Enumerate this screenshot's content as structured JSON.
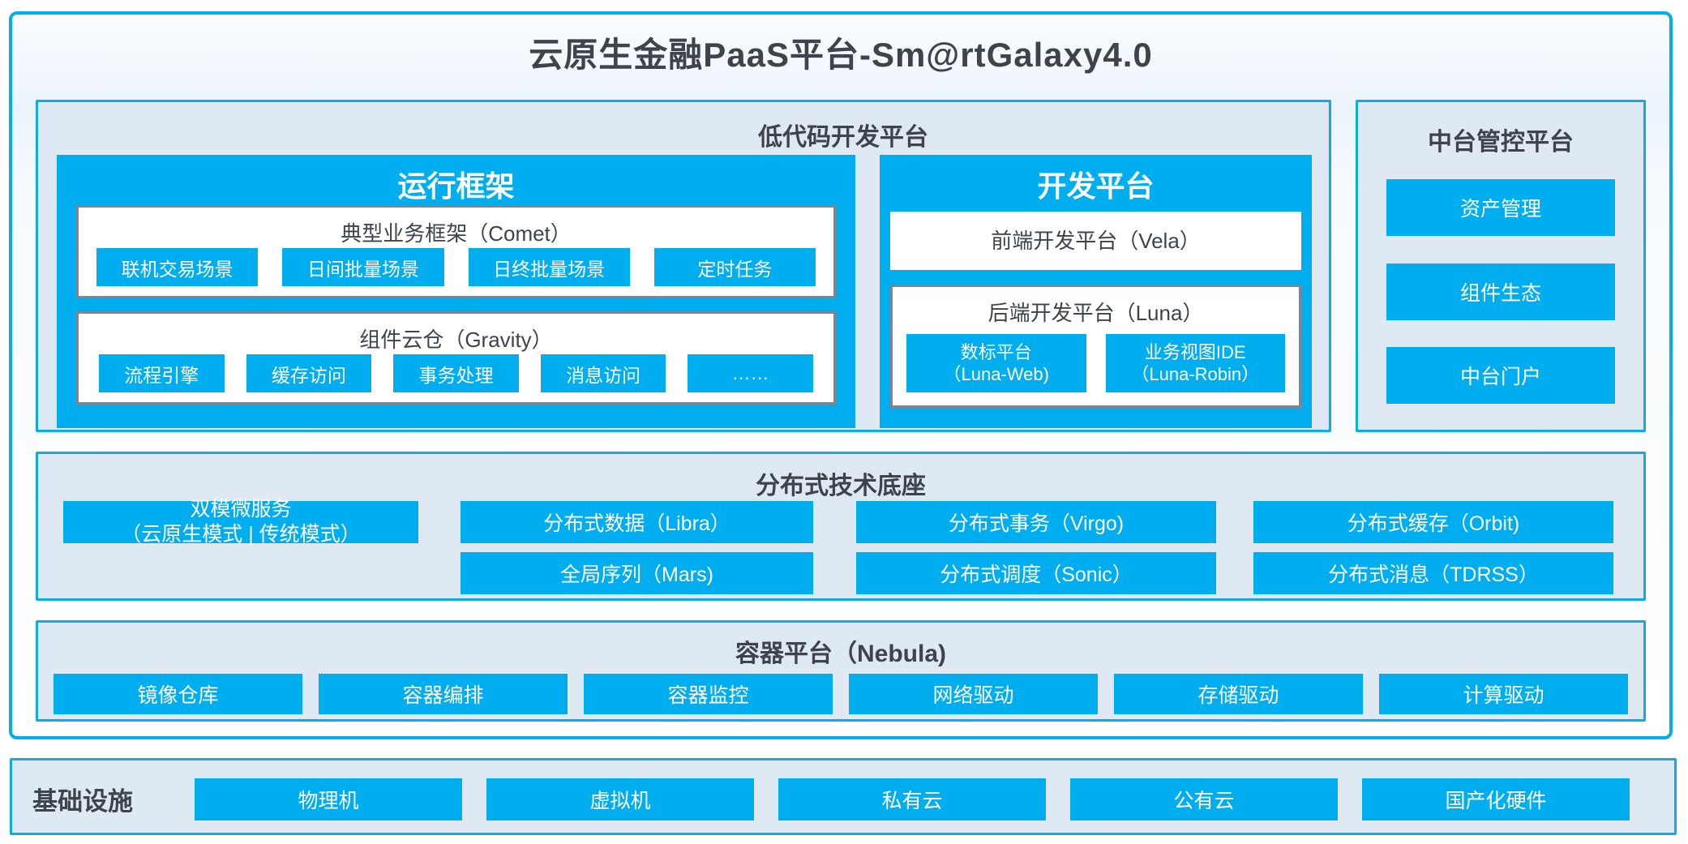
{
  "title": "云原生金融PaaS平台-Sm@rtGalaxy4.0",
  "colors": {
    "accent": "#00aeef",
    "section_bg": "#dfe9f4",
    "section_border": "#0fabe8",
    "box_border": "#7f8590",
    "heading_text": "#3d444b",
    "panel_text": "#ffffff"
  },
  "low_code": {
    "header": "低代码开发平台",
    "runtime": {
      "header": "运行框架",
      "comet": {
        "title": "典型业务框架（Comet）",
        "items": [
          "联机交易场景",
          "日间批量场景",
          "日终批量场景",
          "定时任务"
        ]
      },
      "gravity": {
        "title": "组件云仓（Gravity）",
        "items": [
          "流程引擎",
          "缓存访问",
          "事务处理",
          "消息访问",
          "……"
        ]
      }
    },
    "dev": {
      "header": "开发平台",
      "vela_title": "前端开发平台（Vela）",
      "luna": {
        "title": "后端开发平台（Luna）",
        "items": [
          {
            "line1": "数标平台",
            "line2": "（Luna-Web)"
          },
          {
            "line1": "业务视图IDE",
            "line2": "（Luna-Robin）"
          }
        ]
      }
    }
  },
  "midend": {
    "header": "中台管控平台",
    "items": [
      "资产管理",
      "组件生态",
      "中台门户"
    ]
  },
  "distributed": {
    "header": "分布式技术底座",
    "dual_mode": {
      "line1": "双模微服务",
      "line2": "（云原生模式 | 传统模式）"
    },
    "row1": [
      "分布式数据（Libra）",
      "分布式事务（Virgo)",
      "分布式缓存（Orbit)"
    ],
    "row2": [
      "全局序列（Mars)",
      "分布式调度（Sonic）",
      "分布式消息（TDRSS）"
    ]
  },
  "container": {
    "header": "容器平台（Nebula)",
    "items": [
      "镜像仓库",
      "容器编排",
      "容器监控",
      "网络驱动",
      "存储驱动",
      "计算驱动"
    ]
  },
  "infra": {
    "label": "基础设施",
    "items": [
      "物理机",
      "虚拟机",
      "私有云",
      "公有云",
      "国产化硬件"
    ]
  }
}
